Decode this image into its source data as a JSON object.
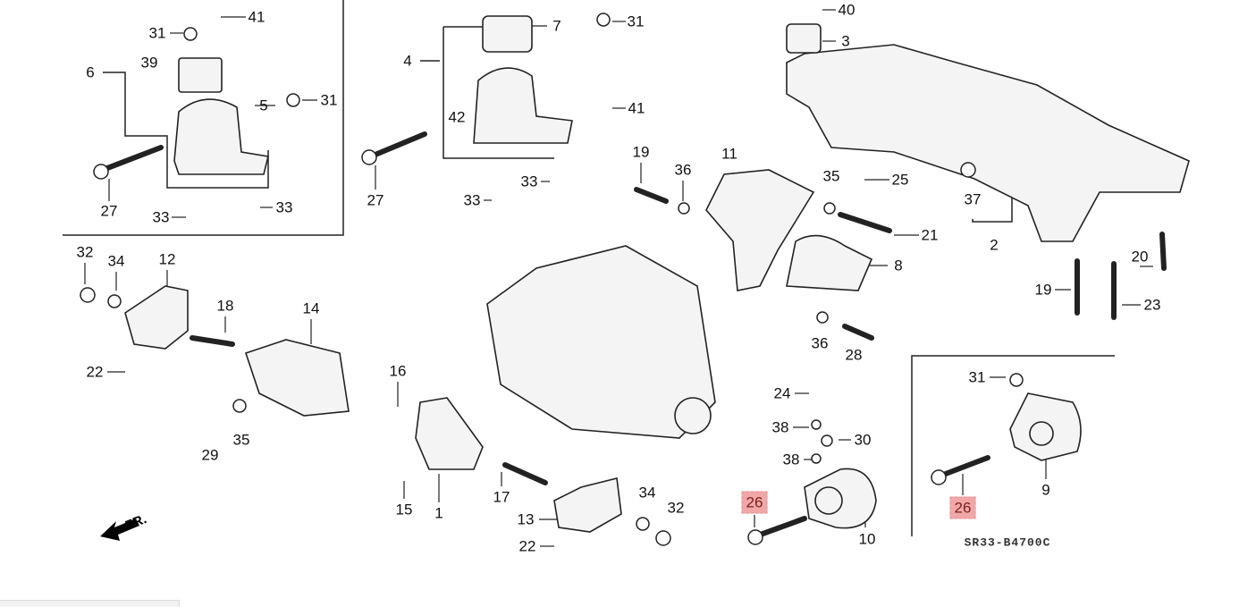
{
  "callouts": [
    "31",
    "41",
    "39",
    "6",
    "5",
    "31",
    "27",
    "33",
    "33",
    "7",
    "31",
    "4",
    "42",
    "41",
    "27",
    "33",
    "33",
    "40",
    "3",
    "19",
    "36",
    "11",
    "35",
    "25",
    "37",
    "2",
    "21",
    "8",
    "20",
    "19",
    "23",
    "36",
    "28",
    "32",
    "34",
    "12",
    "18",
    "14",
    "22",
    "29",
    "35",
    "16",
    "15",
    "1",
    "17",
    "13",
    "22",
    "34",
    "32",
    "24",
    "38",
    "30",
    "38",
    "10",
    "31",
    "9"
  ],
  "highlighted": [
    "26",
    "26"
  ],
  "diagram_code": "SR33-B4700C",
  "direction_label": "FR.",
  "colors": {
    "highlight": "#f2a7a7",
    "highlight_text": "#7a1f1f"
  }
}
